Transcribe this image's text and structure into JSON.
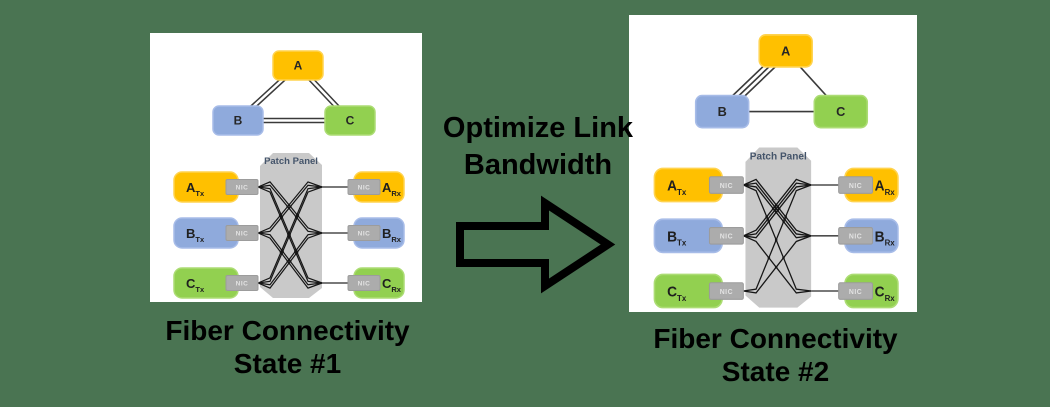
{
  "center": {
    "label_line1": "Optimize Link",
    "label_line2": "Bandwidth"
  },
  "labels": {
    "node_a": "A",
    "node_b": "B",
    "node_c": "C",
    "sub_tx": "Tx",
    "sub_rx": "Rx",
    "nic": "NIC"
  },
  "panels": [
    {
      "patch_panel_label": "Patch Panel",
      "caption_line1": "Fiber Connectivity",
      "caption_line2": "State #1",
      "links": {
        "ab": 2,
        "ac": 2,
        "bc": 2
      }
    },
    {
      "patch_panel_label": "Patch Panel",
      "caption_line1": "Fiber Connectivity",
      "caption_line2": "State #2",
      "links": {
        "ab": 3,
        "ac": 1,
        "bc": 1
      }
    }
  ],
  "colors": {
    "background": "#4a7452",
    "node_a": "#FFC000",
    "node_b": "#8FAADC",
    "node_c": "#92D050",
    "nic_fill": "#acacac",
    "patch_fill": "#c9c9c9",
    "patch_label_text": "#44546A",
    "text": "#000000"
  }
}
